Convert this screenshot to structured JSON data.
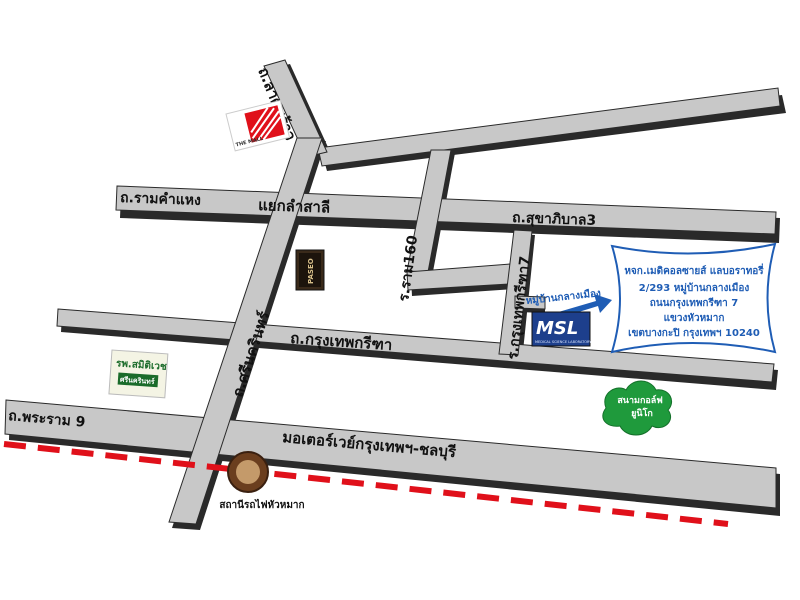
{
  "roads": {
    "lat_phrao": "ถ.ลาดพร้าว",
    "ramkhamhaeng": "ถ.รามคำแหง",
    "junction_lam_sali": "แยกลำสาลี",
    "sukhaphiban_3": "ถ.สุขาภิบาล3",
    "ram_160": "ร.ราม160",
    "krungthep_kritha_7": "ร.กรุงเทพกรีฑา7",
    "krungthep_kritha": "ถ.กรุงเทพกรีฑา",
    "srinakarin": "ถ.ศรีนครินทร์",
    "rama_9": "ถ.พระราม 9",
    "motorway": "มอเตอร์เวย์กรุงเทพฯ-ชลบุรี"
  },
  "landmarks": {
    "village_sign": "หมู่บ้านกลางเมือง",
    "msl_logo": "MSL",
    "msl_tagline": "MEDICAL SCIENCE LABORATORY",
    "hospital_name": "รพ.สมิติเวช",
    "hospital_sub": "ศรีนครินทร์",
    "station": "สถานีรถไฟหัวหมาก",
    "golf_line1": "สนามกอล์ฟ",
    "golf_line2": "ยูนิโก",
    "mall_name": "THE MALL",
    "paseo_name": "PASEO"
  },
  "address": {
    "line1": "หจก.เมดิคอลซายส์ แลบอราทอรี่",
    "line2": "2/293 หมู่บ้านกลางเมือง",
    "line3": "ถนนกรุงเทพกรีฑา 7",
    "line4": "แขวงหัวหมาก",
    "line5": "เขตบางกะปิ กรุงเทพฯ 10240"
  },
  "colors": {
    "road": "#c8c8c8",
    "road_shadow": "#2a2a2a",
    "address_border": "#1f5db5",
    "address_text": "#1f5db5",
    "arrow": "#1f5db5",
    "rail_red": "#e0101a",
    "golf_green": "#1f9a3c",
    "station_brown": "#6b3e1e",
    "msl_blue": "#1d3f8c"
  }
}
